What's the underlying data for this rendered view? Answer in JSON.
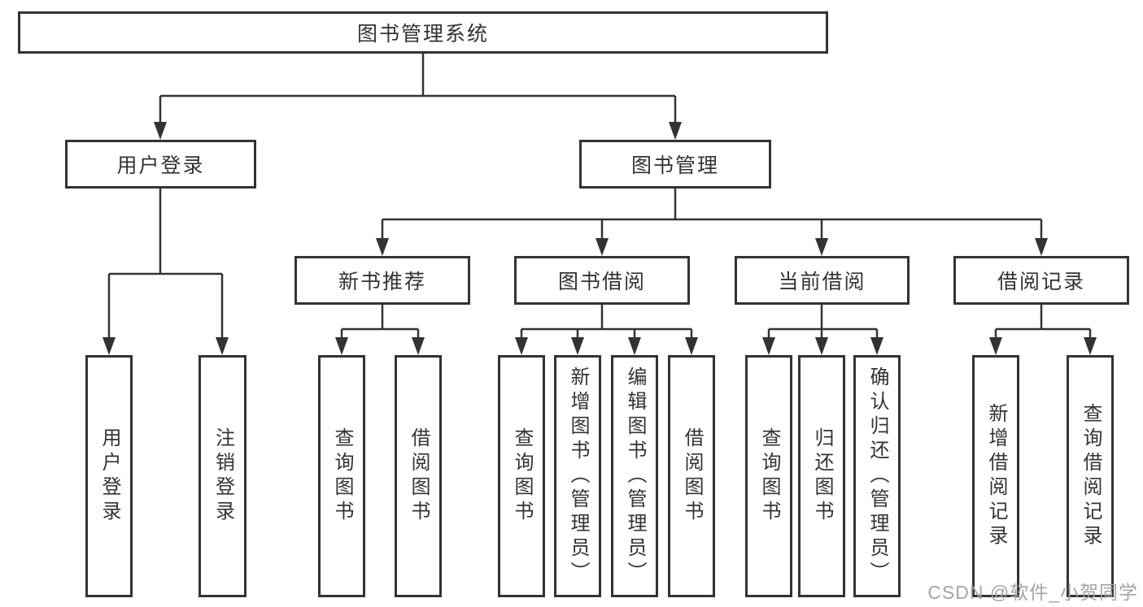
{
  "diagram": {
    "tree": {
      "label": "图书管理系统",
      "children": [
        {
          "label": "用户登录",
          "children": [
            {
              "label": "用户登录"
            },
            {
              "label": "注销登录"
            }
          ]
        },
        {
          "label": "图书管理",
          "children": [
            {
              "label": "新书推荐",
              "children": [
                {
                  "label": "查询图书"
                },
                {
                  "label": "借阅图书"
                }
              ]
            },
            {
              "label": "图书借阅",
              "children": [
                {
                  "label": "查询图书"
                },
                {
                  "label": "新增图书（管理员）"
                },
                {
                  "label": "编辑图书（管理员）"
                },
                {
                  "label": "借阅图书"
                }
              ]
            },
            {
              "label": "当前借阅",
              "children": [
                {
                  "label": "查询图书"
                },
                {
                  "label": "归还图书"
                },
                {
                  "label": "确认归还（管理员）"
                }
              ]
            },
            {
              "label": "借阅记录",
              "children": [
                {
                  "label": "新增借阅记录"
                },
                {
                  "label": "查询借阅记录"
                }
              ]
            }
          ]
        }
      ]
    },
    "colors": {
      "line": "#333333",
      "text": "#333333",
      "box_background": "#ffffff",
      "watermark": "#a0a0a0"
    }
  },
  "watermark": {
    "text": "CSDN @软件_小贺同学"
  }
}
